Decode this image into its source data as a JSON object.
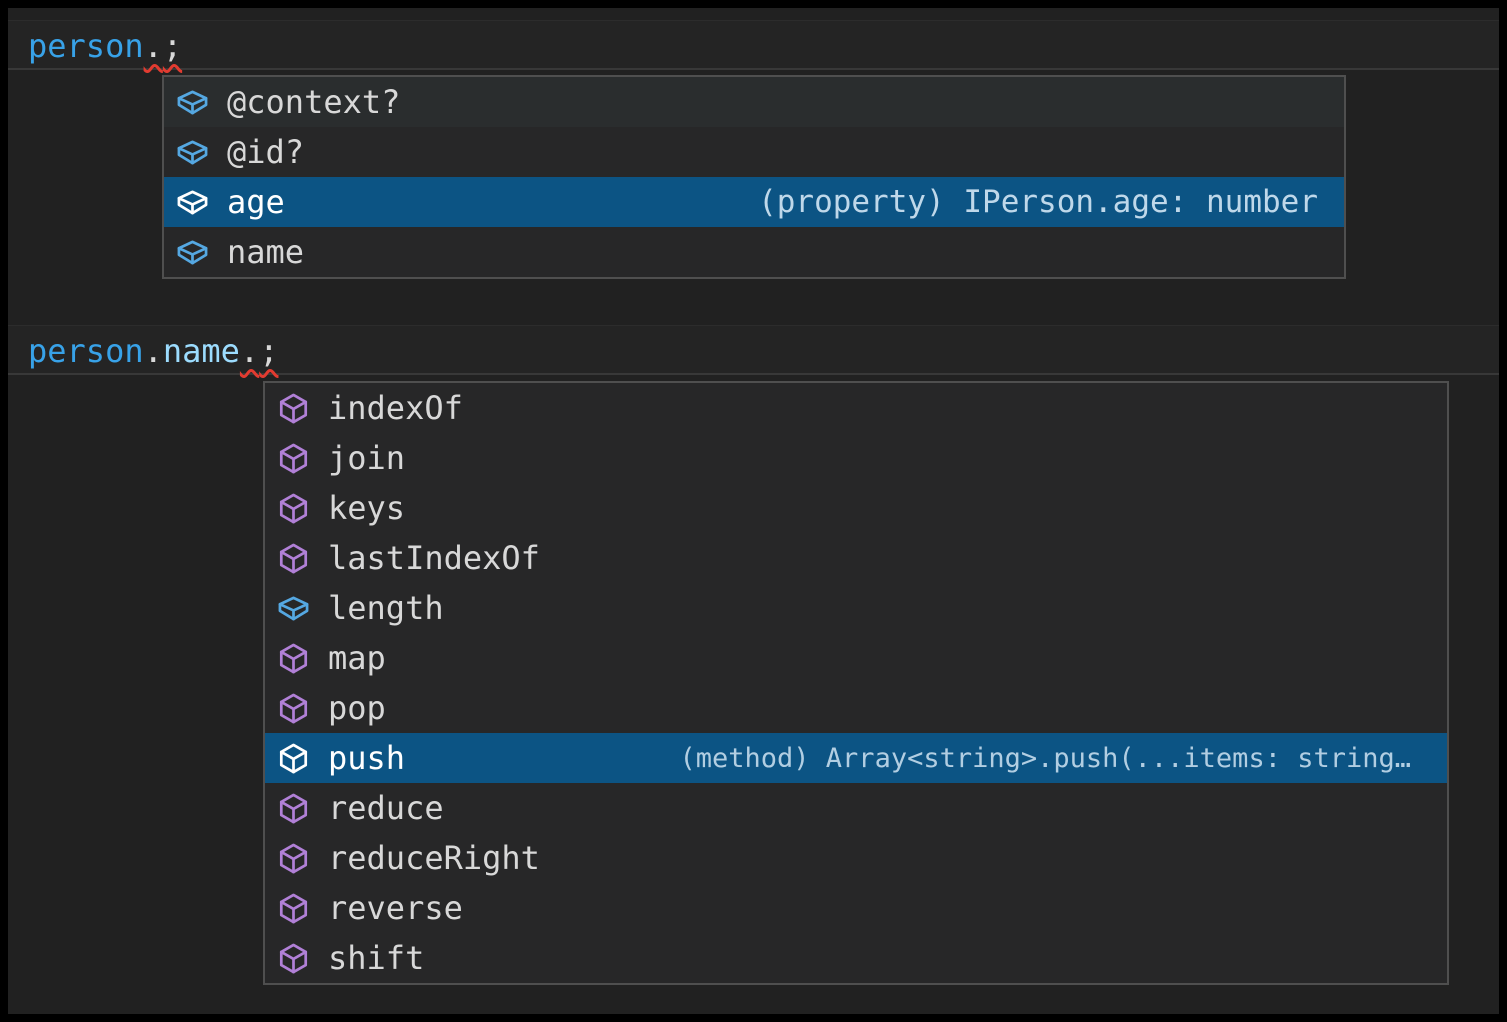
{
  "colors": {
    "frame": "#000000",
    "editor_background": "#212121",
    "suggest_background": "#272728",
    "suggest_border": "#4f4f4f",
    "selection_background": "#0c5484",
    "hover_background": "#2a2d2e",
    "label_text": "#d8d8d8",
    "selected_text": "#ffffff",
    "field_icon_blue": "#55a8e2",
    "method_icon_purple": "#b180d7",
    "code_variable_blue": "#38a2e8",
    "code_property_blue": "#9cdcfe",
    "code_punctuation": "#d8d8d8",
    "error_squiggle_red": "#e23b30"
  },
  "code": {
    "line1": {
      "tokens": [
        {
          "text": "person"
        },
        {
          "text": "."
        },
        {
          "text": ";"
        }
      ]
    },
    "line2": {
      "tokens": [
        {
          "text": "person"
        },
        {
          "text": "."
        },
        {
          "text": "name"
        },
        {
          "text": "."
        },
        {
          "text": ";"
        }
      ]
    }
  },
  "suggest1": {
    "items": [
      {
        "label": "@context?",
        "kind": "field",
        "state": "hover"
      },
      {
        "label": "@id?",
        "kind": "field",
        "state": "normal"
      },
      {
        "label": "age",
        "kind": "field",
        "state": "selected",
        "detail": "(property) IPerson.age: number"
      },
      {
        "label": "name",
        "kind": "field",
        "state": "normal"
      }
    ]
  },
  "suggest2": {
    "items": [
      {
        "label": "indexOf",
        "kind": "method",
        "state": "normal"
      },
      {
        "label": "join",
        "kind": "method",
        "state": "normal"
      },
      {
        "label": "keys",
        "kind": "method",
        "state": "normal"
      },
      {
        "label": "lastIndexOf",
        "kind": "method",
        "state": "normal"
      },
      {
        "label": "length",
        "kind": "field",
        "state": "normal"
      },
      {
        "label": "map",
        "kind": "method",
        "state": "normal"
      },
      {
        "label": "pop",
        "kind": "method",
        "state": "normal"
      },
      {
        "label": "push",
        "kind": "method",
        "state": "selected",
        "detail": "(method) Array<string>.push(...items: string…"
      },
      {
        "label": "reduce",
        "kind": "method",
        "state": "normal"
      },
      {
        "label": "reduceRight",
        "kind": "method",
        "state": "normal"
      },
      {
        "label": "reverse",
        "kind": "method",
        "state": "normal"
      },
      {
        "label": "shift",
        "kind": "method",
        "state": "normal"
      }
    ]
  }
}
